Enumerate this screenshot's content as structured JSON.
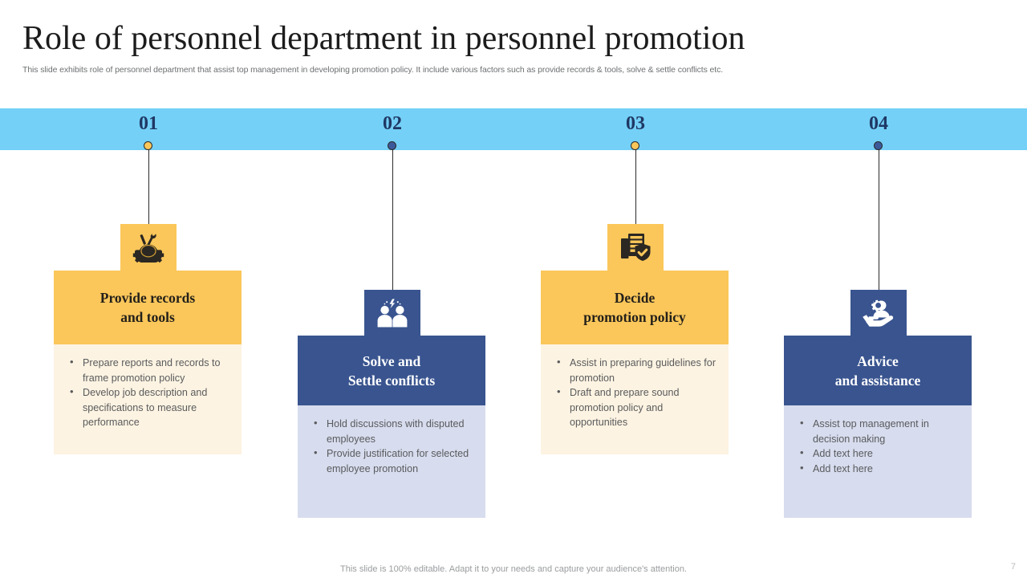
{
  "header": {
    "title": "Role of personnel department in personnel promotion",
    "subtitle": "This slide exhibits role of personnel department that assist top management in developing promotion policy. It include various factors such as provide records & tools, solve & settle conflicts etc."
  },
  "theme": {
    "band_color": "#74d0f7",
    "amber": "#fbc75a",
    "amber_light": "#fdf3e2",
    "navy": "#39548f",
    "navy_light": "#d7dcee",
    "number_color": "#1f3864",
    "body_text_color": "#595b5d"
  },
  "columns": [
    {
      "number": "01",
      "title_line1": "Provide records",
      "title_line2": "and tools",
      "icon": "gear-tools-icon",
      "theme": "amber",
      "bullets": [
        "Prepare reports and records to frame promotion policy",
        "Develop job description and specifications to measure performance"
      ]
    },
    {
      "number": "02",
      "title_line1": "Solve and",
      "title_line2": "Settle conflicts",
      "icon": "people-conflict-icon",
      "theme": "navy",
      "bullets": [
        "Hold discussions with disputed employees",
        "Provide justification for selected employee promotion"
      ]
    },
    {
      "number": "03",
      "title_line1": "Decide",
      "title_line2": "promotion policy",
      "icon": "documents-shield-check-icon",
      "theme": "amber",
      "bullets": [
        "Assist in preparing guidelines for promotion",
        "Draft and prepare sound promotion policy and opportunities"
      ]
    },
    {
      "number": "04",
      "title_line1": "Advice",
      "title_line2": "and assistance",
      "icon": "hand-person-support-icon",
      "theme": "navy",
      "bullets": [
        "Assist top management in decision making",
        "Add text here",
        "Add text here"
      ]
    }
  ],
  "footer": {
    "note": "This slide is 100% editable. Adapt it to your needs and capture your audience's attention.",
    "page_number": "7"
  }
}
